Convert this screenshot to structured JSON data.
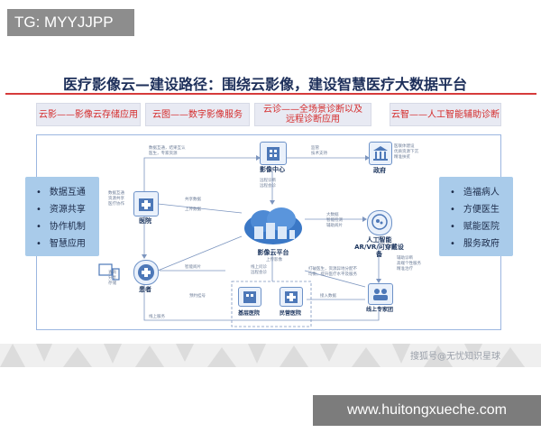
{
  "watermark_tag": "TG: MYYJJPP",
  "title": "医疗影像云—建设路径：围绕云影像，建设智慧医疗大数据平台",
  "categories": [
    {
      "label": "云影——影像云存储应用"
    },
    {
      "label": "云图——数字影像服务"
    },
    {
      "label": "云诊——全场景诊断以及\n远程诊断应用"
    },
    {
      "label": "云智——人工智能辅助诊断"
    }
  ],
  "left_panel": [
    "数据互通",
    "资源共享",
    "协作机制",
    "智慧应用"
  ],
  "right_panel": [
    "造福病人",
    "方便医生",
    "赋能医院",
    "服务政府"
  ],
  "nodes": {
    "imaging_center": "影像中心",
    "government": "政府",
    "hospital": "医院",
    "cloud_platform": "影像云平台",
    "ai": "人工智能\nAR/VR/可穿戴设备",
    "patient": "患者",
    "primary_hospital": "基层医院",
    "private_hospital": "民营医院",
    "online_experts": "线上专家团"
  },
  "annotations": {
    "top_left": "数据互通，结果互认\n医生，专家资源",
    "top_mid": "监管\n技术支持",
    "gov_notes": "医联体建设\n优质资源下沉\n精准扶贫",
    "hospital_notes": "数据互通\n资源共享\n医疗协作",
    "share_data": "共享数据",
    "upload_data": "上传数据",
    "center_up": "远程诊断\n远程会诊",
    "big_data": "大数据\n智能检测\n辅助阅片",
    "smart_read": "智能阅片",
    "upload_image": "上传影像",
    "online_consult": "线上问诊\n远程会诊",
    "ai_notes": "辅助诊断\n高端个性服务\n精准治疗",
    "patient_notes": "查询\n分享\n存储",
    "remote_support": "打破医生，资源异地分配不\n均衡，提升医疗水平及服务",
    "register": "预约挂号",
    "online_service": "线上服务",
    "access": "接入数据"
  },
  "credit": "搜狐号@无忧知识星球",
  "url_banner": "www.huitongxueche.com"
}
